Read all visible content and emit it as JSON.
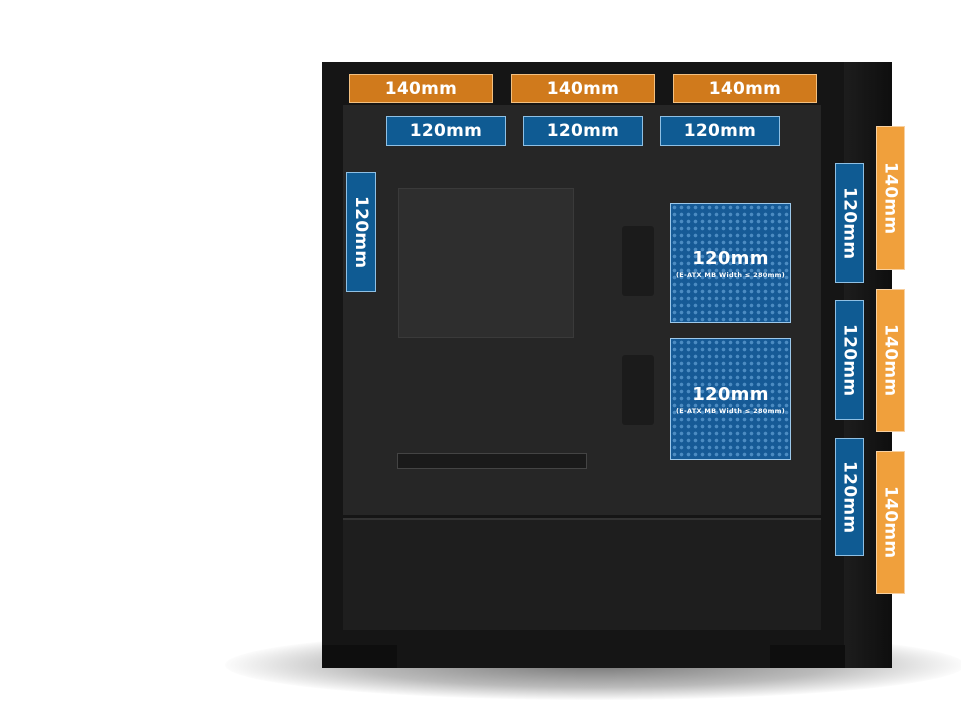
{
  "top_fans": [
    "140mm",
    "140mm",
    "140mm"
  ],
  "top_fans_alt": [
    "120mm",
    "120mm",
    "120mm"
  ],
  "rear_fan": "120mm",
  "side_fans_120": [
    "120mm",
    "120mm",
    "120mm"
  ],
  "front_fans_140": [
    "140mm",
    "140mm",
    "140mm"
  ],
  "front_radiator": [
    {
      "size": "120mm",
      "note": "(E-ATX MB Width ≤ 280mm)"
    },
    {
      "size": "120mm",
      "note": "(E-ATX MB Width ≤ 280mm)"
    }
  ],
  "colors": {
    "orange_top": "#d07a1c",
    "orange_front": "#f0a03c",
    "blue": "#0f5b93"
  }
}
